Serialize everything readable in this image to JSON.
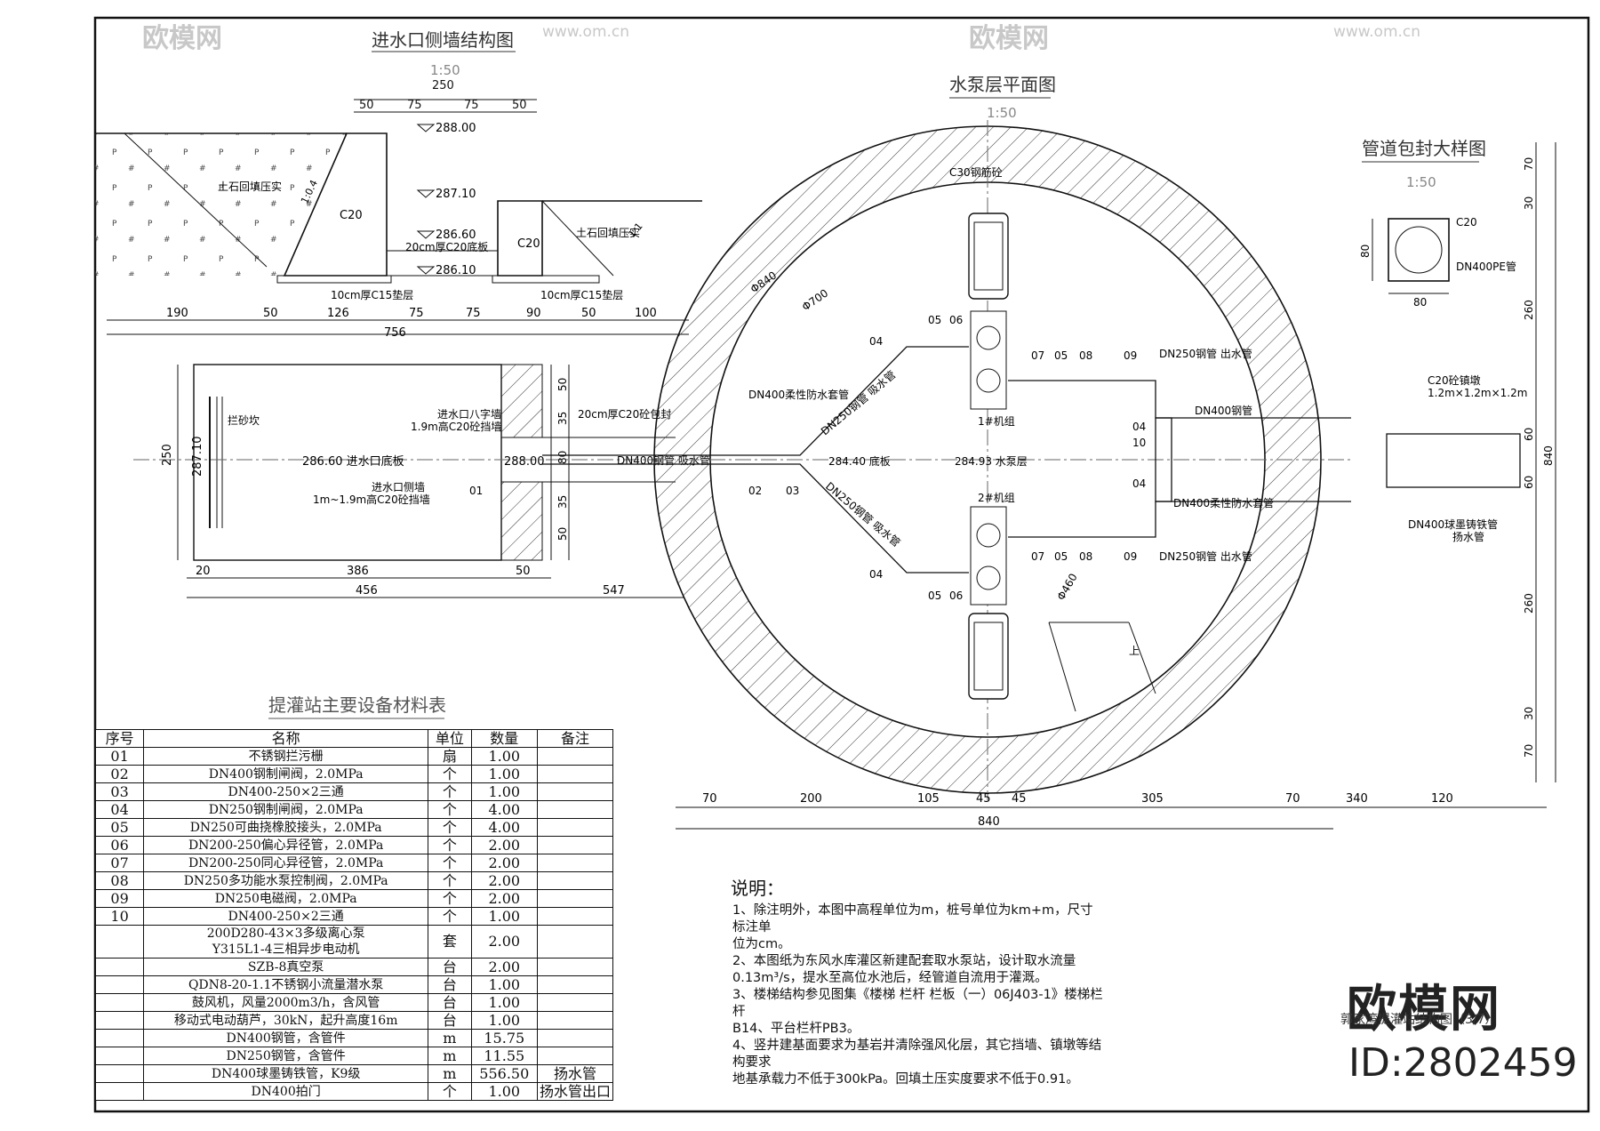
{
  "titles": {
    "side_wall": "进水口侧墙结构图",
    "side_wall_scale": "1:50",
    "pump_plan": "水泵层平面图",
    "pump_plan_scale": "1:50",
    "pipe_detail": "管道包封大样图",
    "pipe_detail_scale": "1:50",
    "table_title": "提灌站主要设备材料表",
    "sheet_name": "郭家湾提灌站结构图（3/7）"
  },
  "side_wall": {
    "top_dims": [
      "50",
      "75",
      "75",
      "50"
    ],
    "top_total": "250",
    "elevations": [
      "288.00",
      "287.10",
      "286.60",
      "286.10"
    ],
    "labels": {
      "backfill_left": "土石回填压实",
      "c20_left": "C20",
      "base": "20cm厚C20底板",
      "c20_right": "C20",
      "backfill_right": "土石回填压实",
      "cushion_left": "10cm厚C15垫层",
      "cushion_right": "10cm厚C15垫层",
      "slope": "1:0.4",
      "slope_right": "1:1"
    },
    "bottom_dims": [
      "190",
      "50",
      "126",
      "75",
      "75",
      "90",
      "50",
      "100"
    ],
    "bottom_total": "756"
  },
  "inlet_plan": {
    "labels": {
      "trash_rack": "拦砂坎",
      "bottom": "286.60 进水口底板",
      "elev_288": "288.00",
      "elev_287": "287.10",
      "wing_wall": "进水口八字墙",
      "wing_wall_2": "1.9m高C20砼挡墙",
      "side_wall": "进水口侧墙",
      "side_wall_2": "1m~1.9m高C20砼挡墙",
      "encase": "20cm厚C20砼包封",
      "tag_01": "01",
      "pipe": "DN400钢管 吸水管"
    },
    "left_dim": "250",
    "right_dims": [
      "50",
      "35",
      "80",
      "35",
      "50"
    ],
    "bottom_dims": [
      "20",
      "386",
      "50"
    ],
    "bottom_total": "456",
    "bottom_extra": "547"
  },
  "pump_plan": {
    "labels": {
      "concrete": "C30钢筋砼",
      "d840": "Φ840",
      "d700": "Φ700",
      "flex_sleeve_left": "DN400柔性防水套管",
      "suction_up": "DN250钢管 吸水管",
      "suction_down": "DN250钢管 吸水管",
      "bottom": "284.40 底板",
      "pump_floor": "284.93 水泵层",
      "unit1": "1#机组",
      "unit2": "2#机组",
      "out_up": "DN250钢管 出水管",
      "out_down": "DN250钢管 出水管",
      "dn400": "DN400钢管",
      "flex_sleeve_right": "DN400柔性防水套管",
      "stair_d": "Φ460",
      "stair_up": "上"
    },
    "tags": [
      "04",
      "05",
      "06",
      "07",
      "05",
      "08",
      "09",
      "04",
      "10",
      "04",
      "02",
      "03",
      "04",
      "05",
      "06",
      "07",
      "05",
      "08",
      "09"
    ],
    "bottom_dims": [
      "70",
      "200",
      "105",
      "45",
      "45",
      "305",
      "70",
      "340",
      "120"
    ],
    "bottom_total": "840"
  },
  "pipe_detail": {
    "labels": {
      "c20": "C20",
      "pe": "DN400PE管",
      "dim_side": "80",
      "dim_bottom": "80",
      "anchor": "C20砼镇墩",
      "anchor_size": "1.2m×1.2m×1.2m",
      "ductile": "DN400球墨铸铁管",
      "ductile_2": "扬水管"
    },
    "right_dims": [
      "70",
      "30",
      "260",
      "60",
      "60",
      "260",
      "30",
      "70"
    ],
    "right_total": "840"
  },
  "material_table": {
    "headers": [
      "序号",
      "名称",
      "单位",
      "数量",
      "备注"
    ],
    "rows": [
      {
        "no": "01",
        "name": "不锈钢拦污栅",
        "unit": "扇",
        "qty": "1.00",
        "note": ""
      },
      {
        "no": "02",
        "name": "DN400钢制闸阀，2.0MPa",
        "unit": "个",
        "qty": "1.00",
        "note": ""
      },
      {
        "no": "03",
        "name": "DN400-250×2三通",
        "unit": "个",
        "qty": "1.00",
        "note": ""
      },
      {
        "no": "04",
        "name": "DN250钢制闸阀，2.0MPa",
        "unit": "个",
        "qty": "4.00",
        "note": ""
      },
      {
        "no": "05",
        "name": "DN250可曲挠橡胶接头，2.0MPa",
        "unit": "个",
        "qty": "4.00",
        "note": ""
      },
      {
        "no": "06",
        "name": "DN200-250偏心异径管，2.0MPa",
        "unit": "个",
        "qty": "2.00",
        "note": ""
      },
      {
        "no": "07",
        "name": "DN200-250同心异径管，2.0MPa",
        "unit": "个",
        "qty": "2.00",
        "note": ""
      },
      {
        "no": "08",
        "name": "DN250多功能水泵控制阀，2.0MPa",
        "unit": "个",
        "qty": "2.00",
        "note": ""
      },
      {
        "no": "09",
        "name": "DN250电磁阀，2.0MPa",
        "unit": "个",
        "qty": "2.00",
        "note": ""
      },
      {
        "no": "10",
        "name": "DN400-250×2三通",
        "unit": "个",
        "qty": "1.00",
        "note": ""
      }
    ],
    "pump_set": {
      "line1": "200D280-43×3多级离心泵",
      "line2": "Y315L1-4三相异步电动机",
      "unit": "套",
      "qty": "2.00"
    },
    "rows2": [
      {
        "name": "SZB-8真空泵",
        "unit": "台",
        "qty": "2.00",
        "note": ""
      },
      {
        "name": "QDN8-20-1.1不锈钢小流量潜水泵",
        "unit": "台",
        "qty": "1.00",
        "note": ""
      },
      {
        "name": "鼓风机，风量2000m3/h，含风管",
        "unit": "台",
        "qty": "1.00",
        "note": ""
      },
      {
        "name": "移动式电动葫芦，30kN，起升高度16m",
        "unit": "台",
        "qty": "1.00",
        "note": ""
      },
      {
        "name": "DN400钢管，含管件",
        "unit": "m",
        "qty": "15.75",
        "note": ""
      },
      {
        "name": "DN250钢管，含管件",
        "unit": "m",
        "qty": "11.55",
        "note": ""
      },
      {
        "name": "DN400球墨铸铁管，K9级",
        "unit": "m",
        "qty": "556.50",
        "note": "扬水管"
      },
      {
        "name": "DN400拍门",
        "unit": "个",
        "qty": "1.00",
        "note": "扬水管出口"
      }
    ]
  },
  "notes": {
    "heading": "说明：",
    "items": [
      "1、除注明外，本图中高程单位为m，桩号单位为km+m，尺寸标注单",
      "   位为cm。",
      "2、本图纸为东风水库灌区新建配套取水泵站，设计取水流量",
      "   0.13m³/s，提水至高位水池后，经管道自流用于灌溉。",
      "3、楼梯结构参见图集《楼梯 栏杆 栏板（一）06J403-1》楼梯栏杆",
      "   B14、平台栏杆PB3。",
      "4、竖井建基面要求为基岩并清除强风化层，其它挡墙、镇墩等结构要求",
      "   地基承载力不低于300kPa。回填土压实度要求不低于0.91。"
    ]
  },
  "watermark": {
    "logo": "欧模网",
    "id": "ID:2802459",
    "small": "欧模网",
    "url": "www.om.cn"
  }
}
